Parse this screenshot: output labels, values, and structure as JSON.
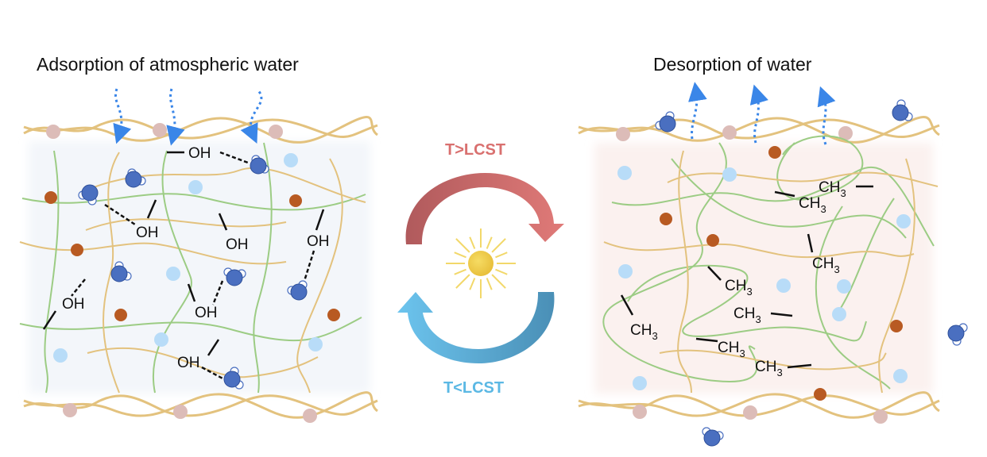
{
  "panels": {
    "left": {
      "title": "Adsorption of atmospheric water",
      "group_label": "OH"
    },
    "right": {
      "title": "Desorption of water",
      "group_label": "CH",
      "group_subscript": "3"
    }
  },
  "cycle": {
    "heating_label": "T>LCST",
    "cooling_label": "T<LCST",
    "center_icon": "sun-icon"
  },
  "colors": {
    "heating": "#d9706f",
    "cooling": "#5bb8e4",
    "water_oxygen": "#4a6fc0",
    "arrow": "#3a86e8",
    "fiber_tan": "#e3c27e",
    "fiber_green": "#9ccc84",
    "particle_brown": "#b85a22",
    "particle_lightblue": "#b8dcf8",
    "particle_pink": "#dcbcb8",
    "panel_left_bg": "#f3f6fa",
    "panel_right_bg": "#fbf1ef"
  }
}
